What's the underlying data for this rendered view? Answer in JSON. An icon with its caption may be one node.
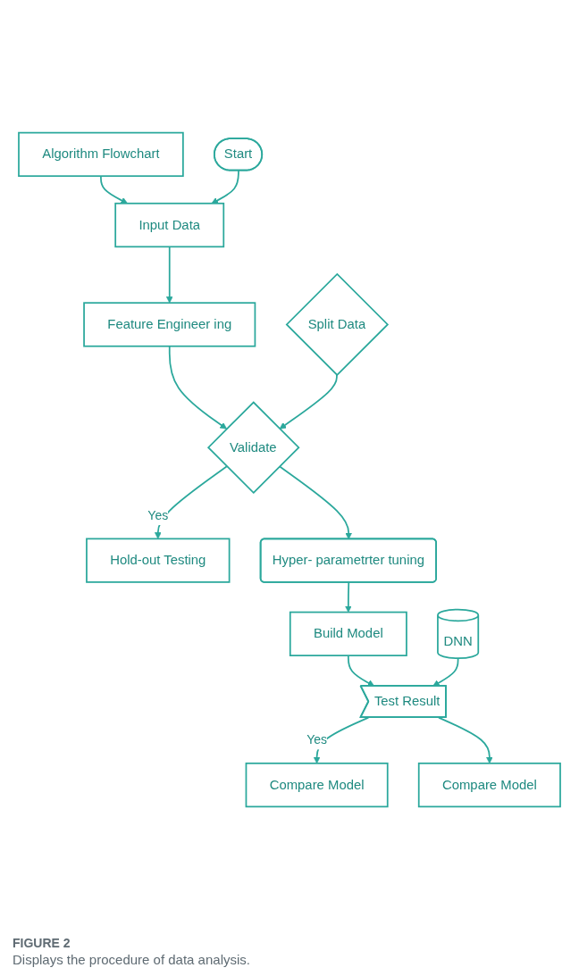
{
  "diagram": {
    "caption": "Displays the procedure of data analysis.",
    "nodes": [
      {
        "text": [
          "Algorithm Flowchart"
        ]
      },
      {
        "text": [
          "Start"
        ]
      },
      {
        "text": [
          "Input Data"
        ]
      },
      {
        "text": [
          "Feature Engineer ing"
        ]
      },
      {
        "text": [
          "Split Data"
        ]
      },
      {
        "text": [
          "Validate"
        ]
      },
      {
        "text": [
          "Hold-out Testing"
        ]
      },
      {
        "text": [
          "Hyper- parametrter tuning"
        ]
      },
      {
        "text": [
          "Build Model"
        ]
      },
      {
        "text": [
          "DNN"
        ]
      },
      {
        "text": [
          "Test Result"
        ]
      },
      {
        "text": [
          "Compare Model"
        ]
      },
      {
        "text": [
          "Compare Model"
        ]
      }
    ],
    "edges": [
      {
        "from": 0,
        "to": 2,
        "arrow": "to"
      },
      {
        "from": 1,
        "to": 2,
        "arrow": "to"
      },
      {
        "from": 2,
        "to": 3,
        "arrow": "to"
      },
      {
        "from": 3,
        "to": 5,
        "arrow": "to"
      },
      {
        "from": 4,
        "to": 5,
        "arrow": "to"
      },
      {
        "from": 5,
        "to": 6,
        "label": "Yes",
        "arrow": "to"
      },
      {
        "from": 5,
        "to": 7,
        "arrow": "to"
      },
      {
        "from": 7,
        "to": 8,
        "arrow": "to"
      },
      {
        "from": 8,
        "to": 10,
        "arrow": "to"
      },
      {
        "from": 9,
        "to": 10,
        "arrow": "to"
      },
      {
        "from": 10,
        "to": 11,
        "label": "Yes",
        "arrow": "to"
      },
      {
        "from": 10,
        "to": 12,
        "arrow": "to"
      }
    ],
    "labels": [
      "FIGURE 2"
    ]
  }
}
